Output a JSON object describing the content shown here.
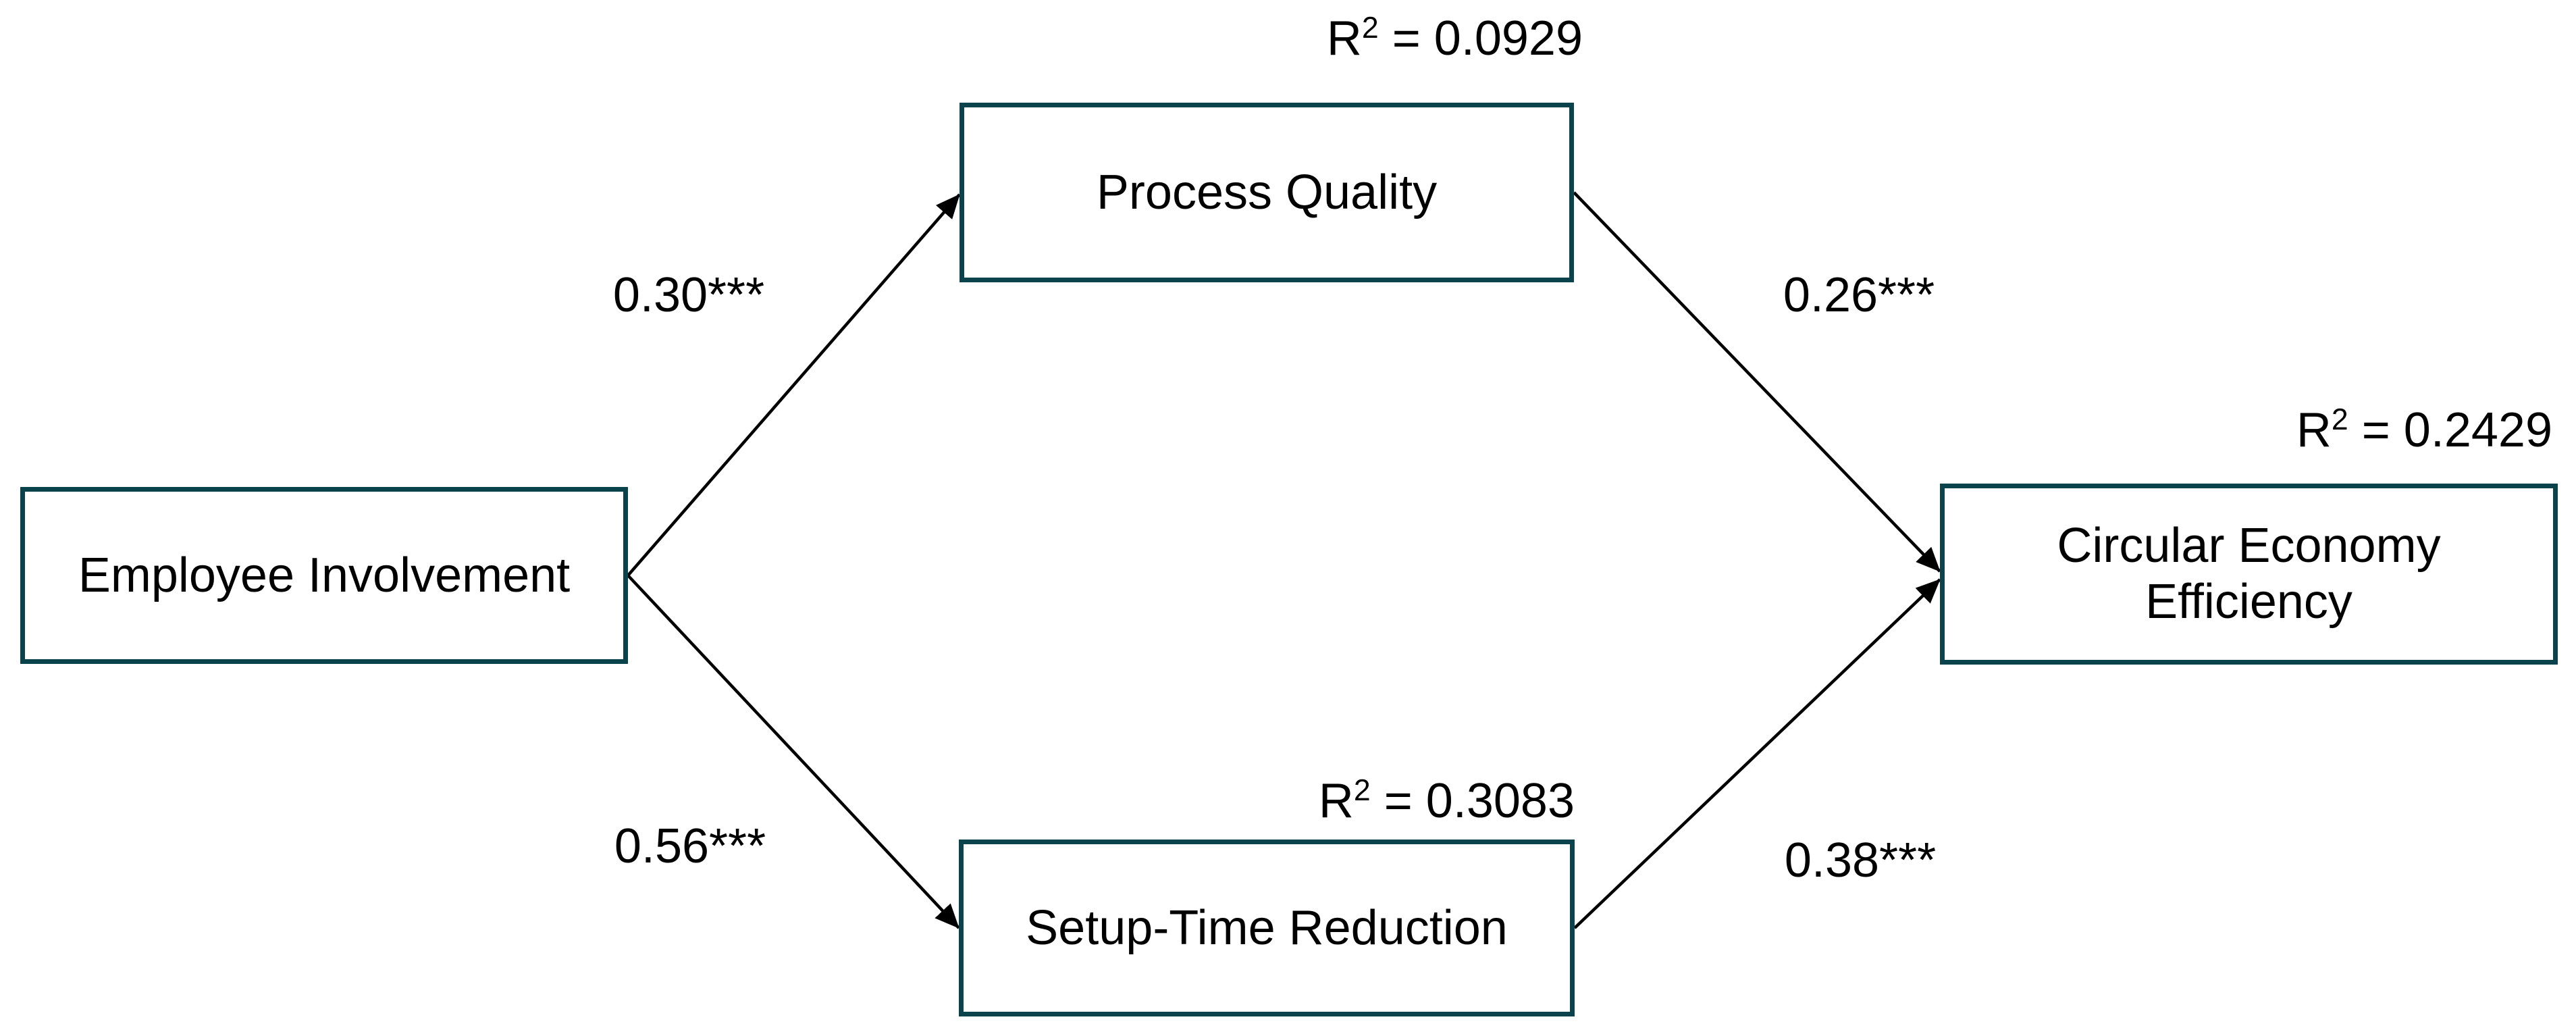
{
  "figure": {
    "type": "structural-path-diagram",
    "colors": {
      "box_border": "#0b434c",
      "box_fill": "#ffffff",
      "arrow": "#000000",
      "text": "#000000",
      "background": "#ffffff"
    },
    "nodes": {
      "employee_involvement": {
        "label": "Employee Involvement"
      },
      "process_quality": {
        "label": "Process Quality",
        "r2_base": "R",
        "r2_sup": "2",
        "r2_rest": " = 0.0929"
      },
      "setup_time_reduction": {
        "label": "Setup-Time Reduction",
        "r2_base": "R",
        "r2_sup": "2",
        "r2_rest": " = 0.3083"
      },
      "circular_economy_efficiency": {
        "label": "Circular Economy Efficiency",
        "r2_base": "R",
        "r2_sup": "2",
        "r2_rest": " = 0.2429"
      }
    },
    "paths": [
      {
        "from": "Employee Involvement",
        "to": "Process Quality",
        "coefficient": "0.30***"
      },
      {
        "from": "Employee Involvement",
        "to": "Setup-Time Reduction",
        "coefficient": "0.56***"
      },
      {
        "from": "Process Quality",
        "to": "Circular Economy Efficiency",
        "coefficient": "0.26***"
      },
      {
        "from": "Setup-Time Reduction",
        "to": "Circular Economy Efficiency",
        "coefficient": "0.38***"
      }
    ]
  }
}
